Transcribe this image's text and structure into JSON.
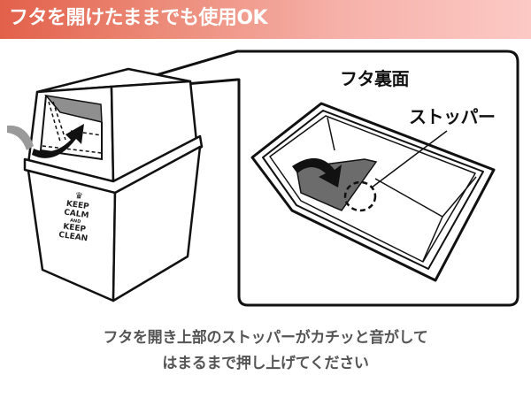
{
  "header": {
    "title": "フタを開けたままでも使用OK",
    "gradient_start": "#e2604a",
    "gradient_end": "#fcc9c5"
  },
  "illustration": {
    "bin": {
      "label_lines": [
        "KEEP",
        "CALM",
        "AND",
        "KEEP",
        "CLEAN"
      ],
      "crown_icon": "crown-icon"
    },
    "detail_panel": {
      "title": "フタ裏面",
      "callout_label": "ストッパー"
    }
  },
  "caption": {
    "line1": "フタを開き上部のストッパーがカチッと音がして",
    "line2": "はまるまで押し上げてください"
  }
}
